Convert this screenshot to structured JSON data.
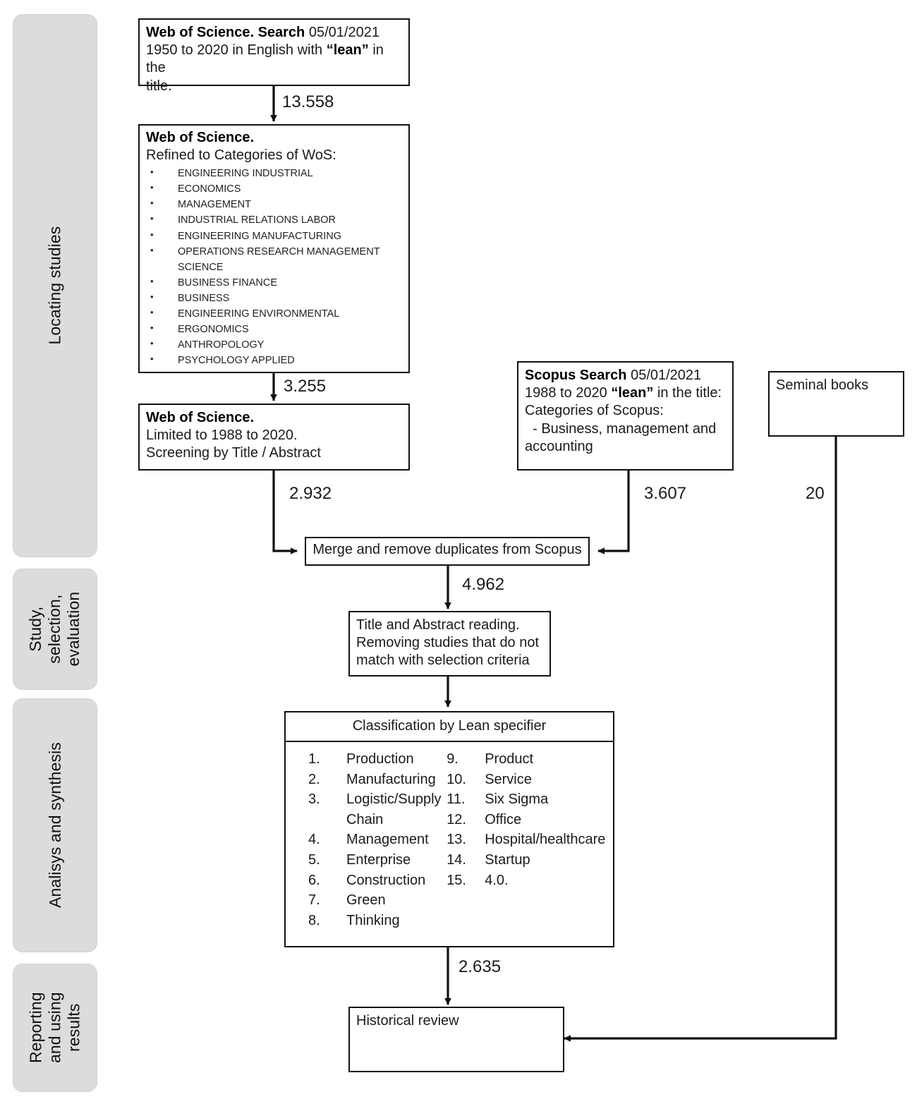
{
  "phases": [
    {
      "label": "Locating studies"
    },
    {
      "label": "Study,\nselection,\nevaluation"
    },
    {
      "label": "Analisys and synthesis"
    },
    {
      "label": "Reporting\nand using\nresults"
    }
  ],
  "boxes": {
    "wos_search": {
      "title": "Web of Science. Search",
      "date": "05/01/2021",
      "line2_a": "1950 to 2020 in English with ",
      "line2_b": "“lean”",
      "line2_c": " in the",
      "line3": "title."
    },
    "wos_refined": {
      "title": "Web of Science.",
      "subtitle": "Refined to Categories of WoS:",
      "categories": [
        "ENGINEERING INDUSTRIAL",
        "ECONOMICS",
        "MANAGEMENT",
        "INDUSTRIAL RELATIONS LABOR",
        "ENGINEERING MANUFACTURING",
        "OPERATIONS RESEARCH MANAGEMENT",
        "SCIENCE",
        "BUSINESS FINANCE",
        "BUSINESS",
        "ENGINEERING ENVIRONMENTAL",
        "ERGONOMICS",
        "ANTHROPOLOGY",
        "PSYCHOLOGY APPLIED"
      ],
      "continuation_index": 6
    },
    "wos_limited": {
      "title": "Web of Science.",
      "line2": "Limited to 1988 to 2020.",
      "line3": "Screening by Title / Abstract"
    },
    "scopus_search": {
      "title": "Scopus Search",
      "date": "05/01/2021",
      "line2_a": "1988 to 2020 ",
      "line2_b": "“lean”",
      "line2_c": " in the title:",
      "line3": "Categories of Scopus:",
      "line4": "  - Business, management and",
      "line5": "accounting"
    },
    "seminal_books": {
      "title": "Seminal books"
    },
    "merge": {
      "title": "Merge and remove duplicates from Scopus"
    },
    "screening": {
      "line1": "Title and Abstract reading.",
      "line2": "Removing studies that do not",
      "line3": "match with selection criteria"
    },
    "classification": {
      "header": "Classification by Lean specifier",
      "col1": [
        {
          "num": "1.",
          "text": "Production"
        },
        {
          "num": "2.",
          "text": "Manufacturing"
        },
        {
          "num": "3.",
          "text": "Logistic/Supply"
        },
        {
          "num": "",
          "text": "Chain"
        },
        {
          "num": "4.",
          "text": "Management"
        },
        {
          "num": "5.",
          "text": "Enterprise"
        },
        {
          "num": "6.",
          "text": "Construction"
        },
        {
          "num": "7.",
          "text": "Green"
        },
        {
          "num": "8.",
          "text": "Thinking"
        }
      ],
      "col2": [
        {
          "num": "9.",
          "text": "Product"
        },
        {
          "num": "10.",
          "text": "Service"
        },
        {
          "num": "11.",
          "text": "Six Sigma"
        },
        {
          "num": "12.",
          "text": "Office"
        },
        {
          "num": "13.",
          "text": "Hospital/healthcare"
        },
        {
          "num": "14.",
          "text": "Startup"
        },
        {
          "num": "15.",
          "text": "4.0."
        }
      ]
    },
    "historical_review": {
      "title": "Historical review"
    }
  },
  "edge_labels": {
    "wos_search_to_refined": "13.558",
    "wos_refined_to_limited": "3.255",
    "wos_limited_to_merge": "2.932",
    "scopus_to_merge": "3.607",
    "seminal_to_review": "20",
    "merge_to_screening": "4.962",
    "classification_to_review": "2.635"
  },
  "colors": {
    "phase_fill": "#dcdcdc",
    "box_border": "#111111",
    "text": "#1b1b1b",
    "page_background": "#ffffff"
  }
}
